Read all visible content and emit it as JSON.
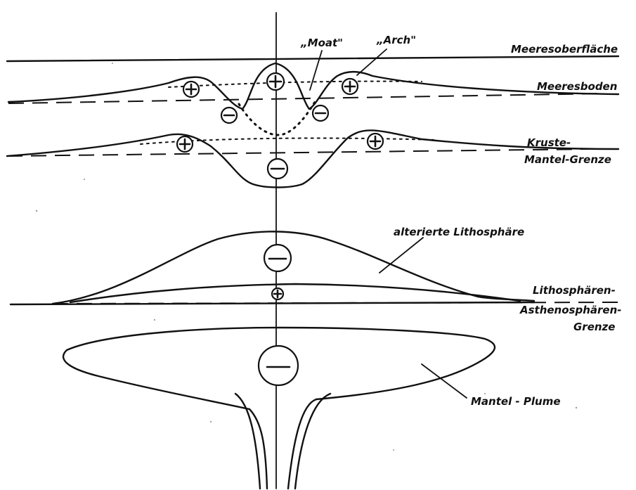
{
  "labels": {
    "moat": "„Moat\"",
    "arch": "„Arch\"",
    "sea_surface": "Meeresoberfläche",
    "sea_floor": "Meeresboden",
    "crust_mantle_1": "Kruste-",
    "crust_mantle_2": "Mantel-Grenze",
    "altered_lithosphere": "alterierte Lithosphäre",
    "lith_asth_1": "Lithosphären-",
    "lith_asth_2": "Asthenosphären-",
    "lith_asth_3": "Grenze",
    "mantle_plume": "Mantel - Plume"
  }
}
